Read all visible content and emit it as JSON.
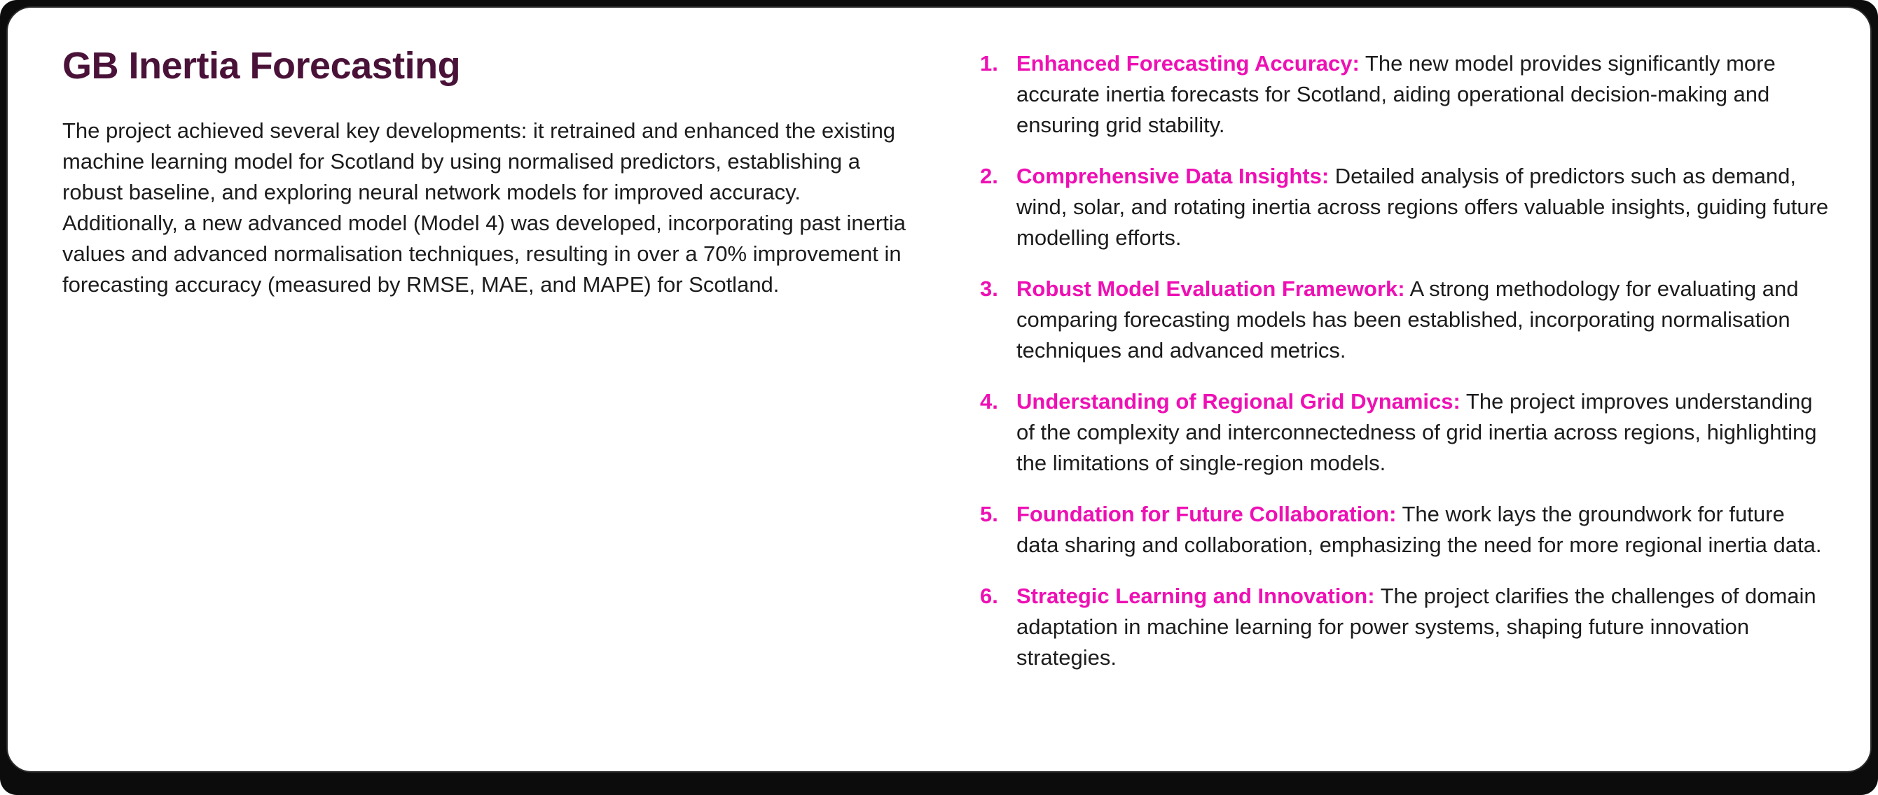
{
  "colors": {
    "page_background": "#0c0c0c",
    "card_background": "#ffffff",
    "title": "#4a1238",
    "accent_magenta": "#ee10b4",
    "body_text": "#1c1c1c"
  },
  "card": {
    "title": "GB Inertia Forecasting",
    "paragraph": "The project achieved several key developments: it retrained and enhanced the existing machine learning model for Scotland by using normalised predictors, establishing a robust baseline, and exploring neural network models for improved accuracy. Additionally, a new advanced model (Model 4) was developed, incorporating past inertia values and advanced normalisation techniques, resulting in over a 70% improvement in forecasting accuracy (measured by RMSE, MAE, and MAPE) for Scotland."
  },
  "key_points": {
    "items": [
      {
        "number": "1.",
        "lead": "Enhanced Forecasting Accuracy:",
        "text": "The new model provides significantly more accurate inertia forecasts for Scotland, aiding operational decision-making and ensuring grid stability."
      },
      {
        "number": "2.",
        "lead": "Comprehensive Data Insights:",
        "text": "Detailed analysis of predictors such as demand, wind, solar, and rotating inertia across regions offers valuable insights, guiding future modelling efforts."
      },
      {
        "number": "3.",
        "lead": "Robust Model Evaluation Framework:",
        "text": "A strong methodology for evaluating and comparing forecasting models has been established, incorporating normalisation techniques and advanced metrics."
      },
      {
        "number": "4.",
        "lead": "Understanding of Regional Grid Dynamics:",
        "text": "The project improves understanding of the complexity and interconnectedness of grid inertia across regions, highlighting the limitations of single-region models."
      },
      {
        "number": "5.",
        "lead": "Foundation for Future Collaboration:",
        "text": "The work lays the groundwork for future data sharing and collaboration, emphasizing the need for more regional inertia data."
      },
      {
        "number": "6.",
        "lead": "Strategic Learning and Innovation:",
        "text": "The project clarifies the challenges of domain adaptation in machine learning for power systems, shaping future innovation strategies."
      }
    ]
  }
}
